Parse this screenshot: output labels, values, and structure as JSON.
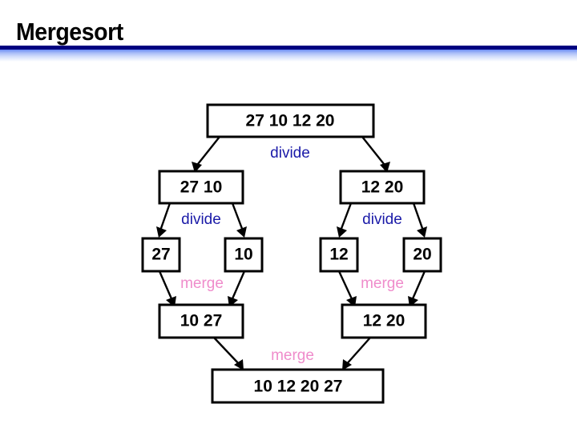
{
  "slide": {
    "title": "Mergesort",
    "colors": {
      "rule": "#000080",
      "divide_label": "#1a1aa8",
      "merge_label": "#ef8ccb",
      "box_border": "#000000",
      "box_fill": "#ffffff",
      "background": "#ffffff"
    }
  },
  "diagram": {
    "type": "mergesort-divide-and-conquer-tree",
    "levels": [
      {
        "level": 1,
        "phase": "initial",
        "boxes": [
          {
            "id": "root",
            "values": [
              "27",
              "10",
              "12",
              "20"
            ],
            "text": "27  10  12  20"
          }
        ]
      },
      {
        "level": 2,
        "phase": "divide",
        "boxes": [
          {
            "id": "left-half",
            "values": [
              "27",
              "10"
            ],
            "text": "27   10"
          },
          {
            "id": "right-half",
            "values": [
              "12",
              "20"
            ],
            "text": "12   20"
          }
        ]
      },
      {
        "level": 3,
        "phase": "divide",
        "boxes": [
          {
            "id": "leaf-27",
            "values": [
              "27"
            ],
            "text": "27"
          },
          {
            "id": "leaf-10",
            "values": [
              "10"
            ],
            "text": "10"
          },
          {
            "id": "leaf-12",
            "values": [
              "12"
            ],
            "text": "12"
          },
          {
            "id": "leaf-20",
            "values": [
              "20"
            ],
            "text": "20"
          }
        ]
      },
      {
        "level": 4,
        "phase": "merge",
        "boxes": [
          {
            "id": "left-merged",
            "values": [
              "10",
              "27"
            ],
            "text": "10   27"
          },
          {
            "id": "right-merged",
            "values": [
              "12",
              "20"
            ],
            "text": "12   20"
          }
        ]
      },
      {
        "level": 5,
        "phase": "merge",
        "boxes": [
          {
            "id": "final",
            "values": [
              "10",
              "12",
              "20",
              "27"
            ],
            "text": "10  12  20  27"
          }
        ]
      }
    ],
    "operation_labels": [
      {
        "id": "divide-1",
        "text": "divide",
        "phase": "divide"
      },
      {
        "id": "divide-left-2",
        "text": "divide",
        "phase": "divide"
      },
      {
        "id": "divide-right-2",
        "text": "divide",
        "phase": "divide"
      },
      {
        "id": "merge-left-3",
        "text": "merge",
        "phase": "merge"
      },
      {
        "id": "merge-right-3",
        "text": "merge",
        "phase": "merge"
      },
      {
        "id": "merge-final-4",
        "text": "merge",
        "phase": "merge"
      }
    ]
  }
}
